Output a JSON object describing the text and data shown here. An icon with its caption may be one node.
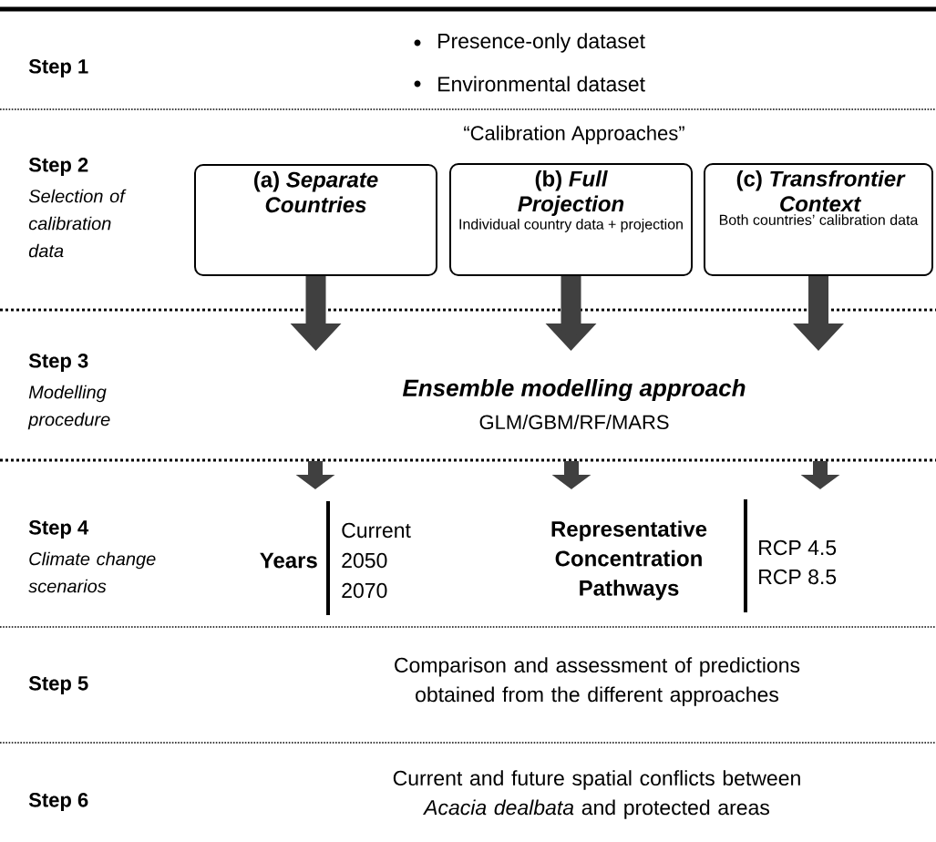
{
  "diagram": {
    "nodes": [
      {
        "text": [
          "(a) *Separate Countries*"
        ]
      },
      {
        "text": [
          "(b) *Full Projection*",
          "Individual country data + projection"
        ]
      },
      {
        "text": [
          "(c) *Transfrontier Context*",
          "Both countries’ calibration data"
        ]
      }
    ],
    "edges": [
      {
        "from": 0,
        "to": null,
        "arrow": "to"
      },
      {
        "from": 1,
        "to": null,
        "arrow": "to"
      },
      {
        "from": 2,
        "to": null,
        "arrow": "to"
      }
    ],
    "labels": [
      "Step 1",
      "Presence-only dataset",
      "Environmental dataset",
      "“Calibration Approaches”",
      "Step 2",
      "Selection of calibration data",
      "Step 3",
      "Modelling procedure",
      "Ensemble modelling approach",
      "GLM/GBM/RF/MARS",
      "Step 4",
      "Climate change scenarios",
      "Years",
      "Current",
      "2050",
      "2070",
      "Representative Concentration Pathways",
      "RCP 4.5",
      "RCP 8.5",
      "Step 5",
      "Comparison and assessment of predictions obtained from the different approaches",
      "Step 6",
      "Current and future spatial conflicts between *Acacia dealbata* and protected areas"
    ]
  }
}
